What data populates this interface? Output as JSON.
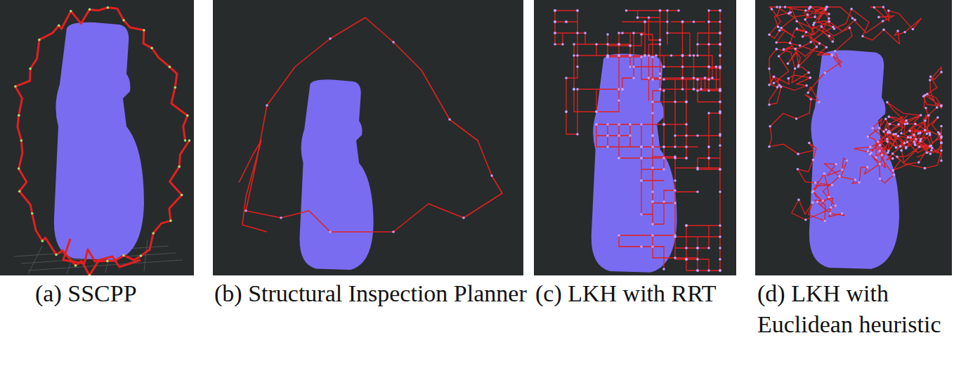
{
  "diagram": {
    "labels": [
      "(a) SSCPP",
      "(b) Structural Inspection Planner",
      "(c) LKH with RRT",
      "(d) LKH with Euclidean heuristic"
    ]
  }
}
